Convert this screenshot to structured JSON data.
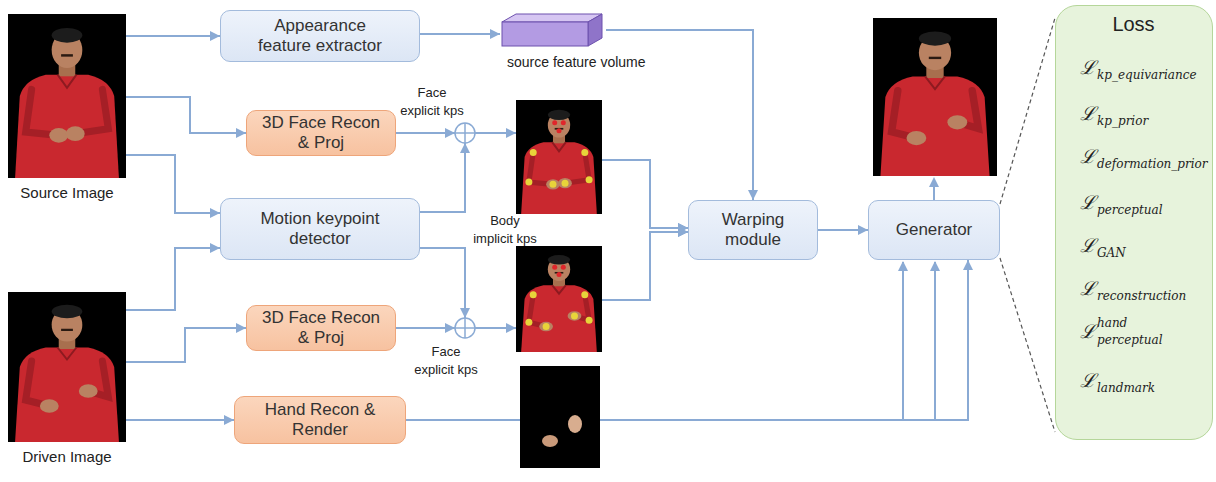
{
  "diagram": {
    "nodes": [
      {
        "text": [
          "Source Image"
        ]
      },
      {
        "text": [
          "Appearance feature extractor"
        ]
      },
      {
        "text": [
          "source feature volume"
        ]
      },
      {
        "text": [
          "3D Face Recon & Proj"
        ]
      },
      {
        "text": [
          "Motion keypoint detector"
        ]
      },
      {
        "text": [
          "3D Face Recon & Proj"
        ]
      },
      {
        "text": [
          "Driven Image"
        ]
      },
      {
        "text": [
          "Hand Recon & Render"
        ]
      },
      {
        "text": [
          "Warping module"
        ]
      },
      {
        "text": [
          "Generator"
        ]
      },
      {
        "text": [
          "Loss",
          "ℒ",
          "kp_equivariance",
          "ℒ",
          "kp_prior",
          "ℒ",
          "deformation_prior",
          "ℒ",
          "perceptual",
          "ℒ",
          "GAN",
          "ℒ",
          "reconstruction",
          "ℒ",
          "hand",
          "perceptual",
          "ℒ",
          "landmark"
        ]
      }
    ],
    "edges": [
      {
        "from": 0,
        "to": 1,
        "arrow": "to"
      },
      {
        "from": 1,
        "to": 2,
        "arrow": "to"
      },
      {
        "from": 2,
        "to": 8,
        "arrow": "to"
      },
      {
        "from": 0,
        "to": 3,
        "arrow": "to"
      },
      {
        "from": 0,
        "to": 4,
        "arrow": "to"
      },
      {
        "from": 6,
        "to": 4,
        "arrow": "to"
      },
      {
        "from": 6,
        "to": 5,
        "arrow": "to"
      },
      {
        "from": 6,
        "to": 7,
        "arrow": "to"
      },
      {
        "from": 3,
        "to": 8,
        "arrow": "to"
      },
      {
        "from": 4,
        "to": 8,
        "arrow": "to"
      },
      {
        "from": 4,
        "to": 8,
        "arrow": "to"
      },
      {
        "from": 5,
        "to": 8,
        "arrow": "to"
      },
      {
        "from": 8,
        "to": 9,
        "arrow": "to"
      },
      {
        "from": 7,
        "to": 9,
        "arrow": "to"
      },
      {
        "from": 9,
        "to": 10,
        "arrow": "none"
      }
    ],
    "labels": [
      "Face explicit kps",
      "Body implicit kps",
      "Face explicit kps"
    ]
  }
}
